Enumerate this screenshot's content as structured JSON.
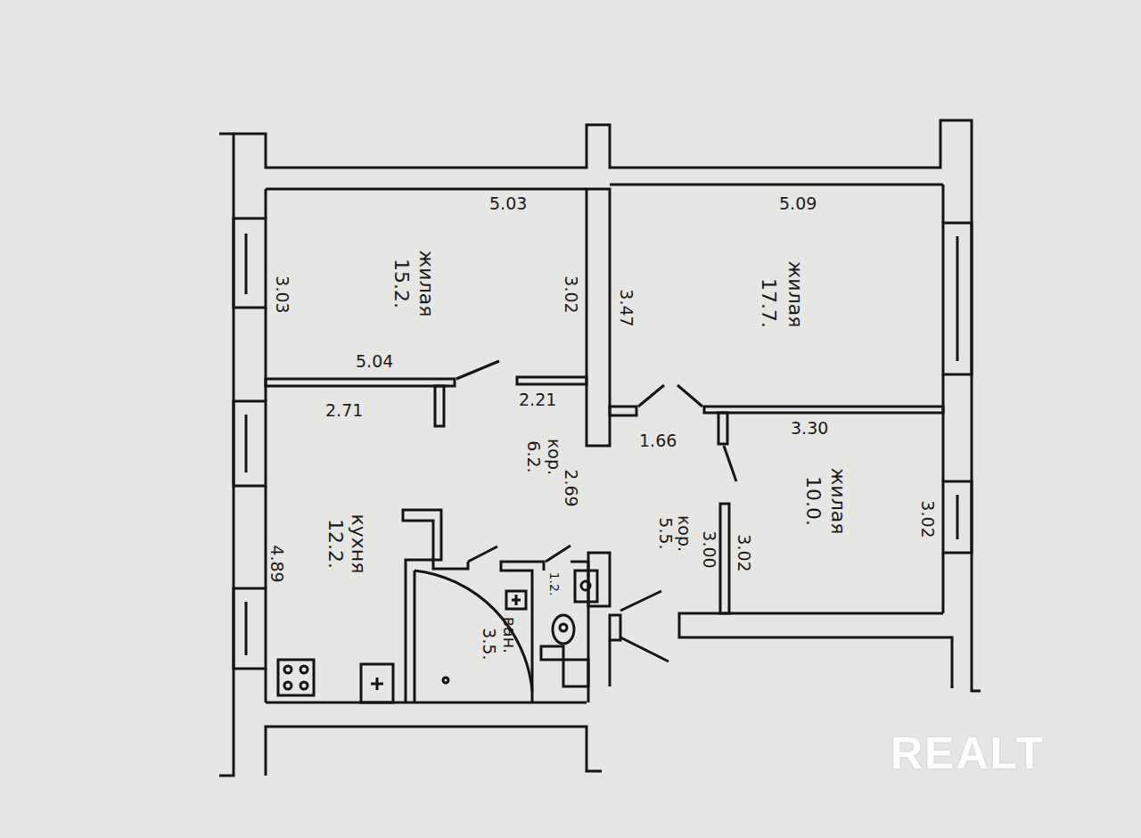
{
  "diagram": {
    "labels": [
      "5.03",
      "3.03",
      "жилая",
      "15.2.",
      "3.02",
      "5.04",
      "3.47",
      "5.09",
      "жилая",
      "17.7.",
      "2.71",
      "2.21",
      "1.66",
      "3.30",
      "кор.",
      "6.2.",
      "2.69",
      "кор.",
      "5.5.",
      "3.02",
      "3.00",
      "жилая",
      "10.0.",
      "3.02",
      "кухня",
      "12.2.",
      "4.89",
      "1.2.",
      "ван.",
      "3.5.",
      "REALT"
    ]
  }
}
